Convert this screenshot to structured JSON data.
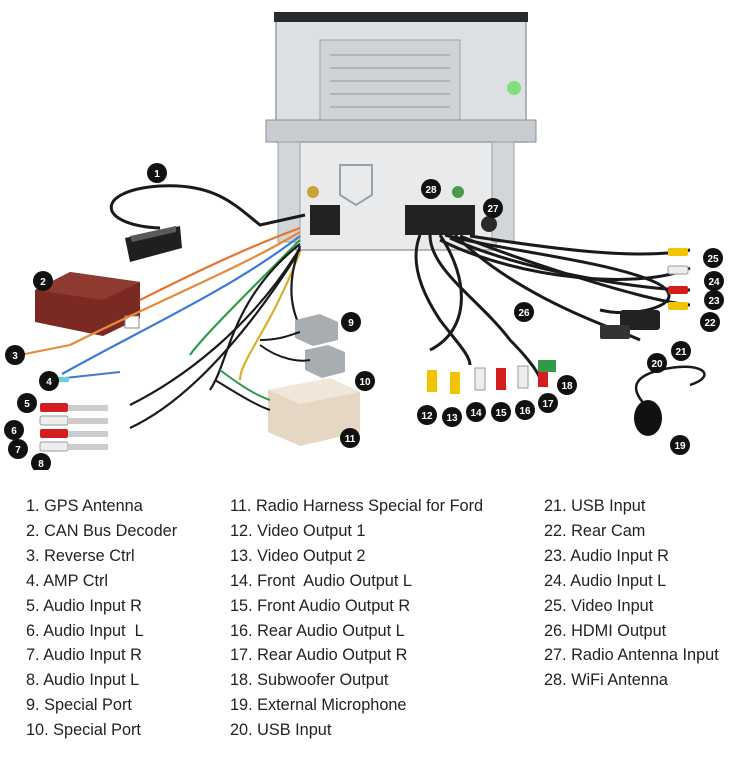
{
  "callouts": [
    "1",
    "2",
    "3",
    "4",
    "5",
    "6",
    "7",
    "8",
    "9",
    "10",
    "11",
    "12",
    "13",
    "14",
    "15",
    "16",
    "17",
    "18",
    "19",
    "20",
    "21",
    "22",
    "23",
    "24",
    "25",
    "26",
    "27",
    "28"
  ],
  "legend": {
    "col1": [
      "1. GPS Antenna",
      "2. CAN Bus Decoder",
      "3. Reverse Ctrl",
      "4. AMP Ctrl",
      "5. Audio Input R",
      "6. Audio Input  L",
      "7. Audio Input R",
      "8. Audio Input L",
      "9. Special Port",
      "10. Special Port"
    ],
    "col2": [
      "11. Radio Harness Special for Ford",
      "12. Video Output 1",
      "13. Video Output 2",
      "14. Front  Audio Output L",
      "15. Front Audio Output R",
      "16. Rear Audio Output L",
      "17. Rear Audio Output R",
      "18. Subwoofer Output",
      "19. External Microphone",
      "20. USB Input"
    ],
    "col3": [
      "21. USB Input",
      "22. Rear Cam",
      "23. Audio Input R",
      "24. Audio Input L",
      "25. Video Input",
      "26. HDMI Output",
      "27. Radio Antenna Input",
      "28. WiFi Antenna"
    ]
  },
  "colors": {
    "badge": "#111111",
    "unit_body": "#d9dcdf",
    "unit_frame": "#2a2a2a",
    "decoder": "#7a2a22",
    "ford_plug": "#e6d6c4",
    "rca_red": "#d61d1d",
    "rca_white": "#eeeeee",
    "rca_yellow": "#f2c400",
    "cable": "#1a1a1a"
  }
}
